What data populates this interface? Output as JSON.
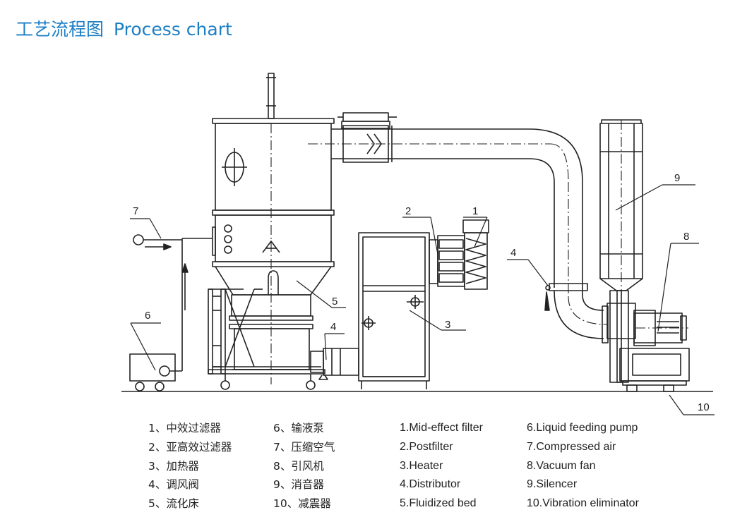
{
  "title": {
    "zh": "工艺流程图",
    "en": "Process chart"
  },
  "callouts": [
    "1",
    "2",
    "3",
    "4",
    "4",
    "5",
    "6",
    "7",
    "8",
    "9",
    "10"
  ],
  "legend_zh_left": [
    "1、中效过滤器",
    "2、亚高效过滤器",
    "3、加热器",
    "4、调风阀",
    "5、流化床"
  ],
  "legend_zh_right": [
    "6、输液泵",
    "7、压缩空气",
    "8、引风机",
    "9、消音器",
    "10、减震器"
  ],
  "legend_en_left": [
    "1.Mid-effect filter",
    "2.Postfilter",
    "3.Heater",
    "4.Distributor",
    "5.Fluidized bed"
  ],
  "legend_en_right": [
    "6.Liquid feeding pump",
    "7.Compressed air",
    "8.Vacuum fan",
    "9.Silencer",
    "10.Vibration eliminator"
  ],
  "colors": {
    "title": "#1d7fc4",
    "line": "#222222"
  }
}
